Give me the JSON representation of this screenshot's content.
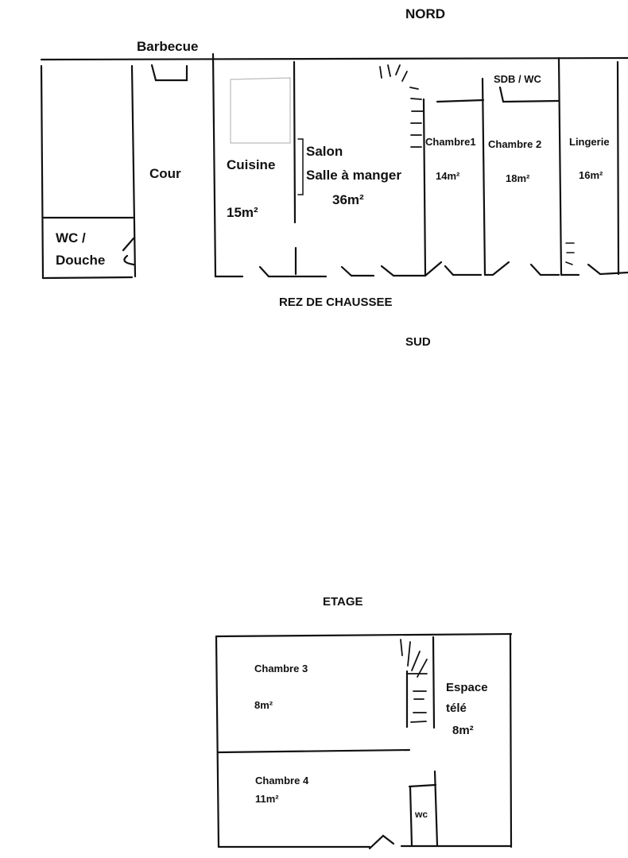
{
  "orientation": {
    "north": "NORD",
    "south": "SUD"
  },
  "ground_floor": {
    "title": "REZ DE CHAUSSEE",
    "rooms": {
      "barbecue": "Barbecue",
      "cour": "Cour",
      "wc_douche_1": "WC /",
      "wc_douche_2": "Douche",
      "cuisine": "Cuisine",
      "cuisine_area": "15m²",
      "salon": "Salon",
      "salle_a_manger": "Salle à manger",
      "salon_area": "36m²",
      "chambre1": "Chambre1",
      "chambre1_area": "14m²",
      "chambre2": "Chambre 2",
      "chambre2_area": "18m²",
      "sdb_wc": "SDB / WC",
      "lingerie": "Lingerie",
      "lingerie_area": "16m²"
    }
  },
  "upper_floor": {
    "title": "ETAGE",
    "rooms": {
      "chambre3": "Chambre 3",
      "chambre3_area": "8m²",
      "espace": "Espace",
      "tele": "télé",
      "espace_area": "8m²",
      "chambre4": "Chambre 4",
      "chambre4_area": "11m²",
      "wc": "wc"
    }
  }
}
